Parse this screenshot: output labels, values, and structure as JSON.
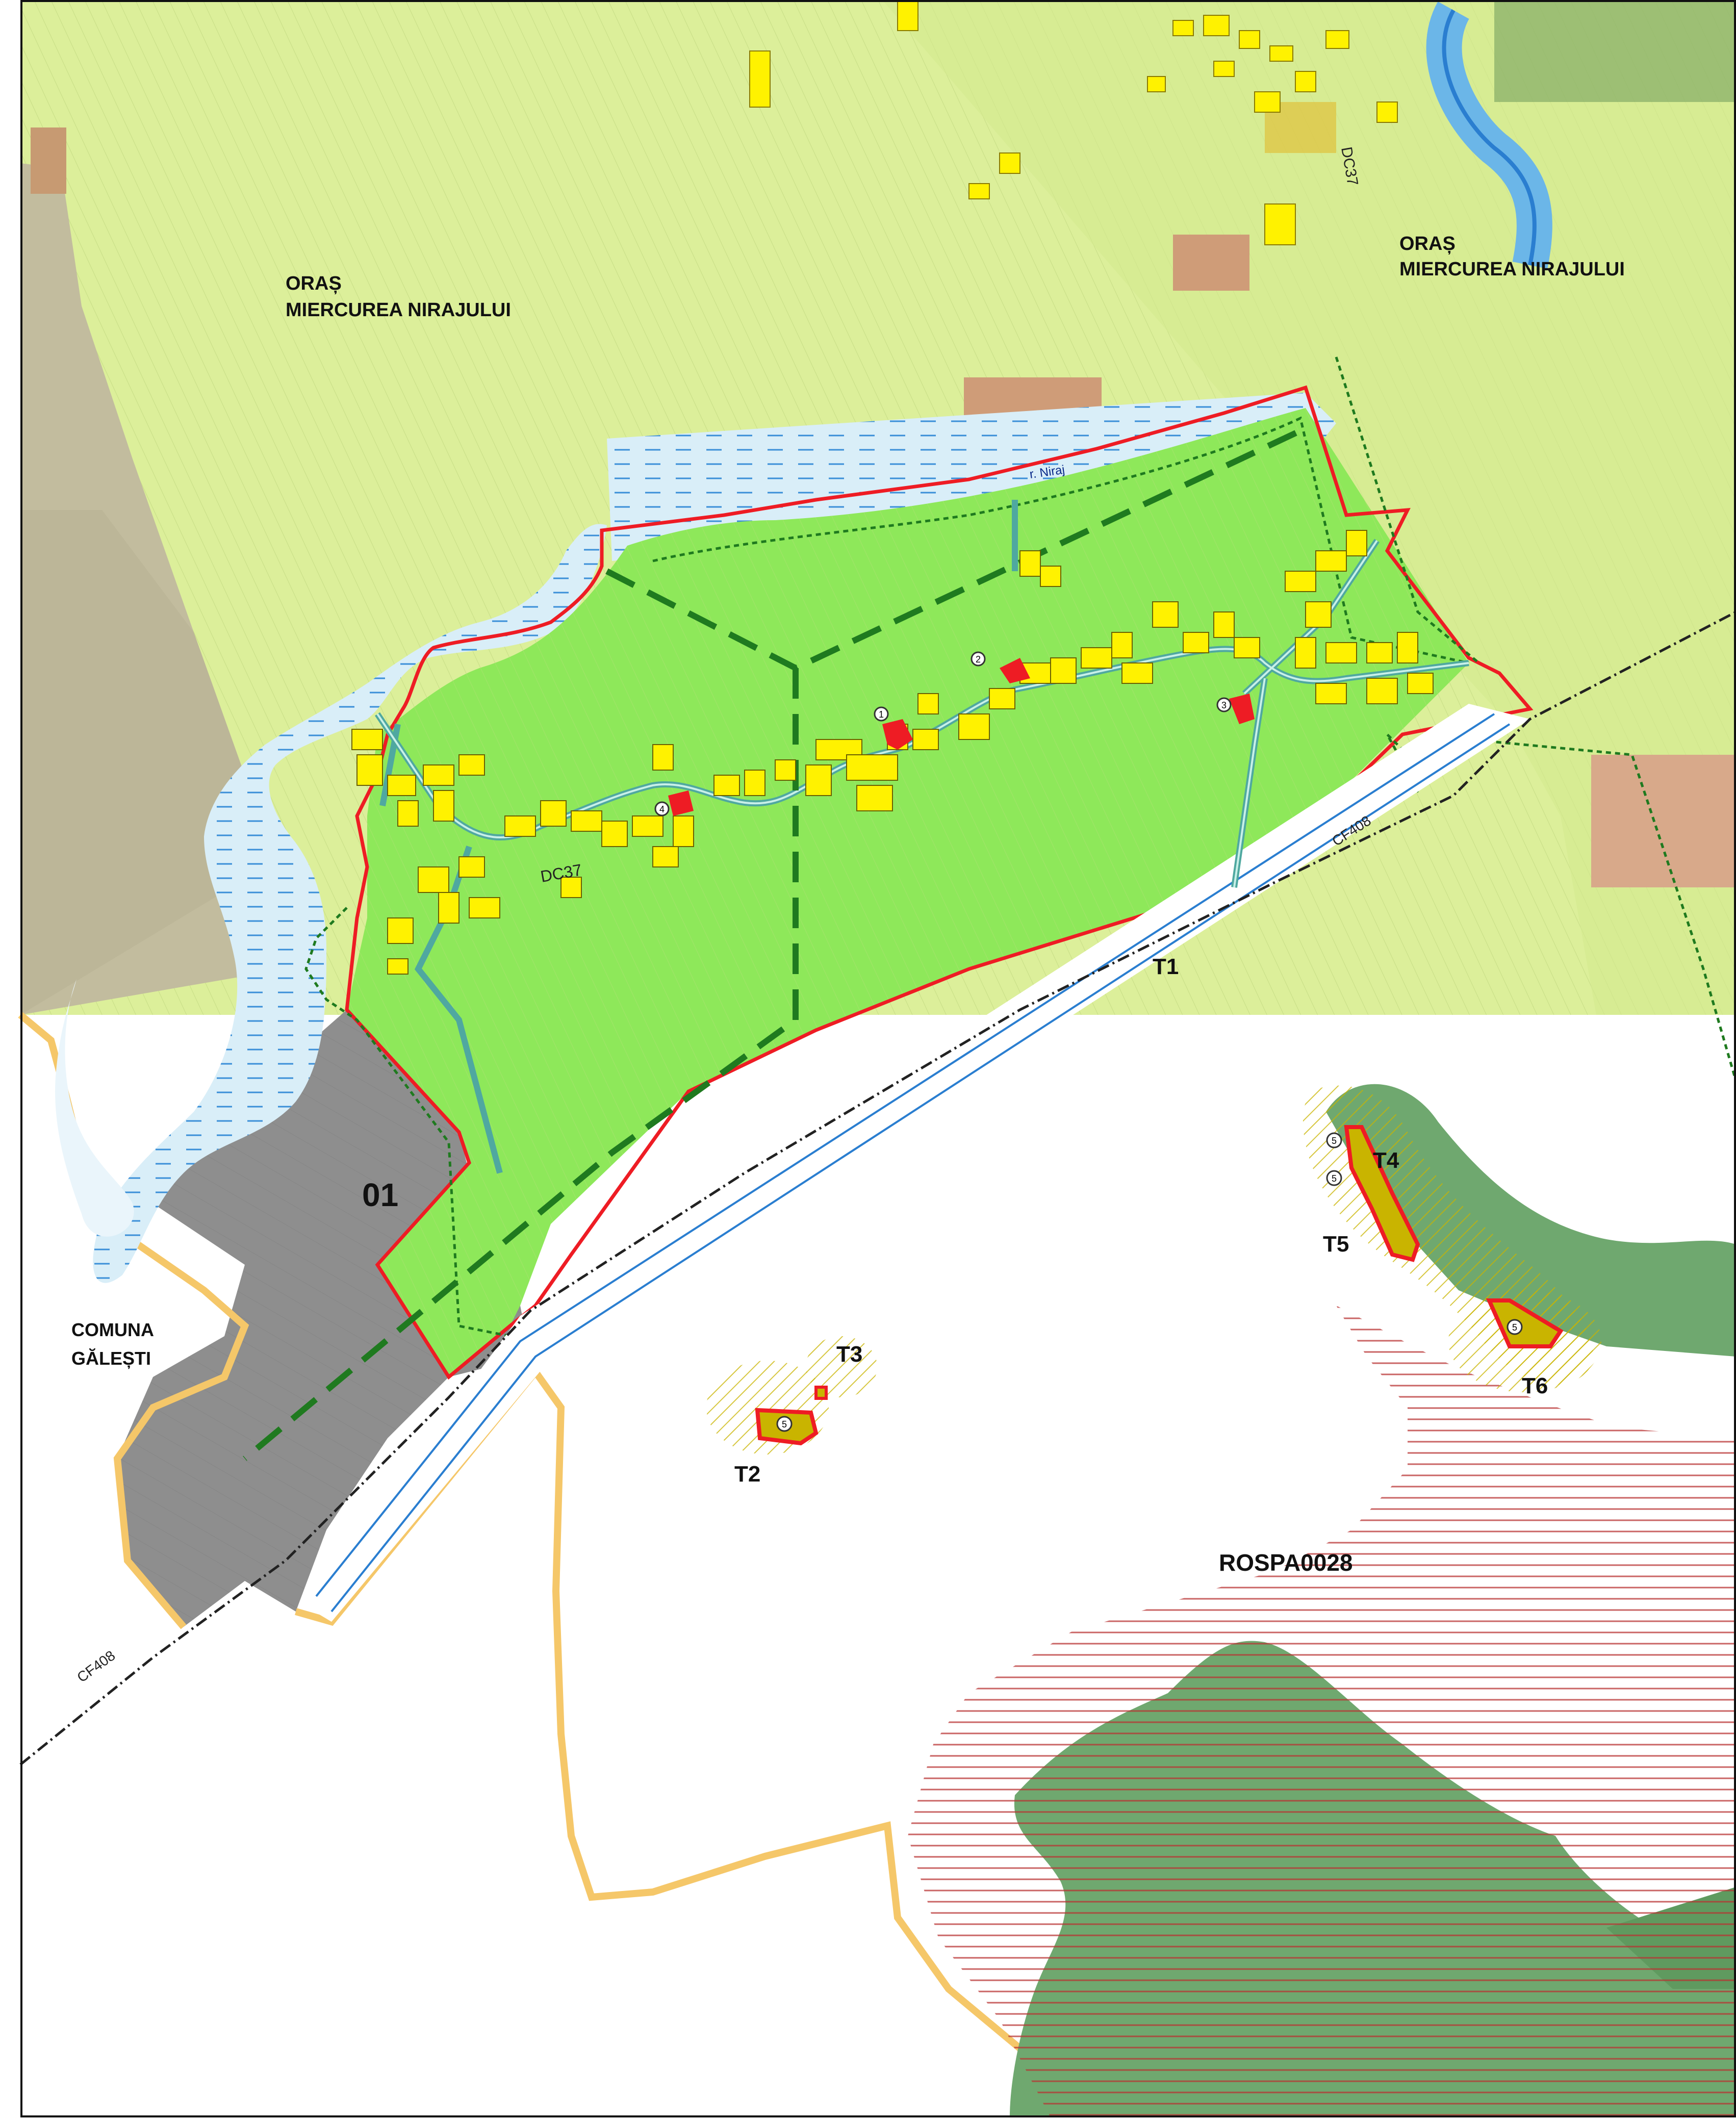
{
  "labels": {
    "oras_left": "ORAȘ",
    "oras_left_name": "MIERCUREA NIRAJULUI",
    "oras_right": "ORAȘ",
    "oras_right_name": "MIERCUREA NIRAJULUI",
    "comuna": "COMUNA",
    "comuna_name": "GĂLEȘTI",
    "zone_01": "01",
    "rospa": "ROSPA0028",
    "river": "r. Niraj",
    "road_dc37_a": "DC37",
    "road_dc37_b": "DC37",
    "rail_a": "CF408",
    "rail_b": "CF408",
    "t1": "T1",
    "t2": "T2",
    "t3": "T3",
    "t4": "T4",
    "t5": "T5",
    "t6": "T6"
  },
  "markers": [
    "1",
    "2",
    "3",
    "4",
    "5",
    "5",
    "5",
    "5"
  ],
  "colors": {
    "urban_green": "#8ee85a",
    "agri_light": "#dcef9a",
    "forest": "#6fa86f",
    "gray_zone": "#8e8e8e",
    "boundary_red": "#ee1c24",
    "river_blue": "#1a6fe0",
    "buildings": "#fff200",
    "road_teal": "#4fa8a0",
    "rospa_hatch": "#b83232",
    "protected_hatch": "#c9b400",
    "commune_border": "#f5c769"
  }
}
